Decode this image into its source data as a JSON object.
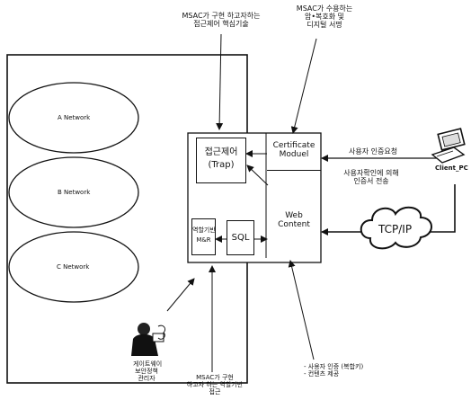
{
  "diagram": {
    "networks": [
      "A Network",
      "B Network",
      "C Network"
    ],
    "access_control": {
      "line1": "접근제어",
      "line2": "(Trap)"
    },
    "role_module": {
      "line1": "역할기반",
      "line2": "M&R"
    },
    "sql": "SQL",
    "certificate_module": {
      "line1": "Certificate",
      "line2": "Moduel"
    },
    "web_content": {
      "line1": "Web",
      "line2": "Content"
    },
    "tcpip": "TCP/IP",
    "client_label": "Client_PC",
    "labels": {
      "top_left": {
        "line1": "MSAC가 구현 하고자하는",
        "line2": "접근제어 핵심기술"
      },
      "top_right": {
        "line1": "MSAC가 수용하는",
        "line2": "암•복호화 및",
        "line3": "디지털 서명"
      },
      "auth_request": "사용자 인증요청",
      "cert_transfer": {
        "line1": "사용자확인에 의해",
        "line2": "인증서 전송"
      },
      "admin": {
        "line1": "게이트웨이",
        "line2": "보안정책",
        "line3": "관리자"
      },
      "bottom_center": {
        "line1": "MSAC가 구현",
        "line2": "하고자 하는 역할기반",
        "line3": "접근"
      },
      "bottom_right": {
        "line1": "- 사용자 인증 (복합키)",
        "line2": "- 컨텐츠 제공"
      }
    }
  }
}
